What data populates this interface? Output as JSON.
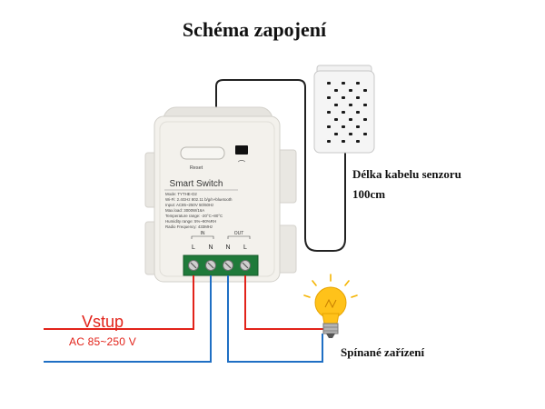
{
  "title": "Schéma zapojení",
  "sensor": {
    "cable_label": "Délka kabelu senzoru",
    "cable_length": "100cm"
  },
  "switch": {
    "reset_label": "Reset",
    "name": "Smart Switch",
    "spec_lines": [
      "Mode: TYTHE-D2",
      "Wi-Fi: 2.4GHz 802.11 b/g/n+bluetooth",
      "Input: AC85~250V 50/60Hz",
      "Max.load: 3000W/16A",
      "Temperature range: -20°C~80°C",
      "Humidity range: 5%~90%RH",
      "Radio Frequency: 433MHz"
    ],
    "in_label": "IN",
    "out_label": "OUT",
    "terminals": [
      "L",
      "N",
      "N",
      "L"
    ]
  },
  "input": {
    "label": "Vstup",
    "voltage": "AC 85~250 V"
  },
  "device": {
    "label": "Spínané zařízení"
  },
  "colors": {
    "live_wire": "#e2231a",
    "neutral_wire": "#1f6fc4",
    "terminal_block": "#1f7a3a",
    "bulb_glass": "#ffc21a",
    "housing": "#f3f1ec"
  },
  "icons": {
    "bulb": "light-bulb-icon",
    "sensor": "temperature-humidity-sensor-icon",
    "switch": "smart-switch-icon"
  }
}
